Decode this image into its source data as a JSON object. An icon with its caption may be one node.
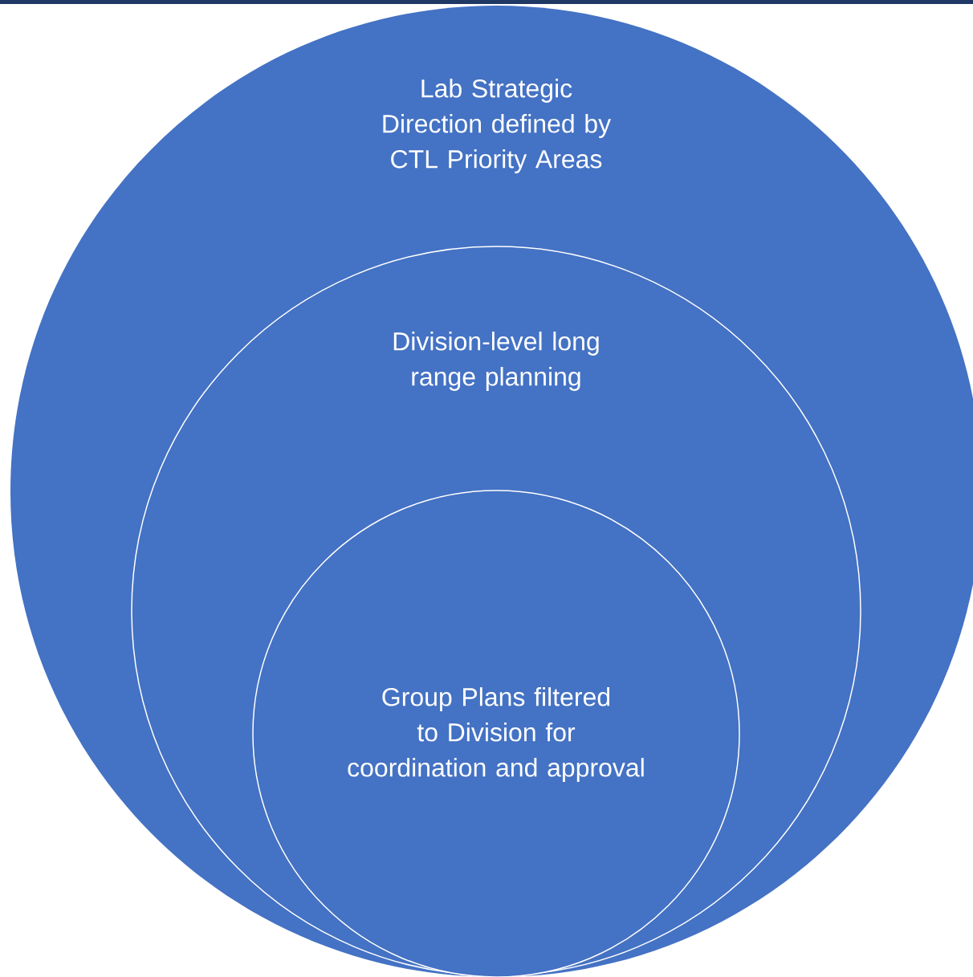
{
  "diagram": {
    "nodes": [
      {
        "text": [
          "Lab Strategic Direction defined by CTL Priority Areas"
        ]
      },
      {
        "text": [
          "Division-level long range planning"
        ],
        "in": 0
      },
      {
        "text": [
          "Group Plans filtered to Division for coordination and approval"
        ],
        "in": 1
      }
    ]
  }
}
